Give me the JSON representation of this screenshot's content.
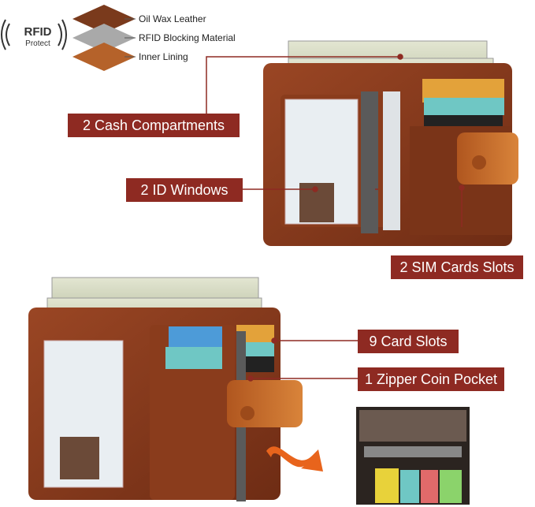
{
  "rfid": {
    "title": "RFID",
    "subtitle": "Protect"
  },
  "layers": [
    {
      "label": "Oil Wax Leather"
    },
    {
      "label": "RFID Blocking Material"
    },
    {
      "label": "Inner Lining"
    }
  ],
  "callouts": {
    "cash": "2 Cash Compartments",
    "id_windows": "2 ID Windows",
    "sim": "2 SIM Cards Slots",
    "card_slots": "9 Card Slots",
    "coin": "1 Zipper Coin Pocket"
  },
  "colors": {
    "label_bg": "#8e2a22",
    "leather": "#8a3a1e",
    "tan_strap": "#c46a2a",
    "arrow": "#e8641c"
  }
}
